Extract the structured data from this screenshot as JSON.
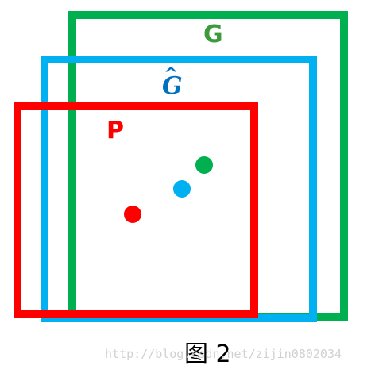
{
  "colors": {
    "green": "#00b050",
    "green_text": "#3c9a3c",
    "blue": "#00b0f0",
    "blue_text": "#0070c0",
    "red": "#ff0000",
    "caption": "#000000",
    "watermark": "#cccccc"
  },
  "boxes": {
    "g": {
      "label": "G"
    },
    "g_hat": {
      "label": "G",
      "accent": "^"
    },
    "p": {
      "label": "P"
    }
  },
  "caption": "图 2",
  "watermark": "http://blog.csdn.net/zijin0802034"
}
